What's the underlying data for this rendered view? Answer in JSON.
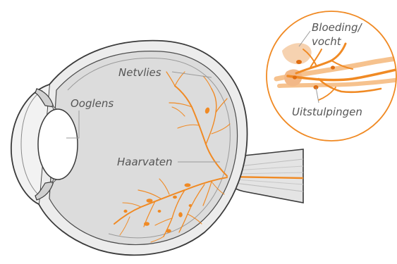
{
  "labels": {
    "netvlies": "Netvlies",
    "ooglens": "Ooglens",
    "haarvaten": "Haarvaten",
    "bloeding_line1": "Bloeding/",
    "bloeding_line2": "vocht",
    "uitstulpingen": "Uitstulpingen"
  },
  "colors": {
    "vessel": "#f08a24",
    "vessel_dark": "#e06d10",
    "eye_fill": "#dcdcdc",
    "outline": "#3a3a3a",
    "inset_border": "#f08a24",
    "hemorrhage": "#f6d2b0",
    "text": "#555555"
  }
}
